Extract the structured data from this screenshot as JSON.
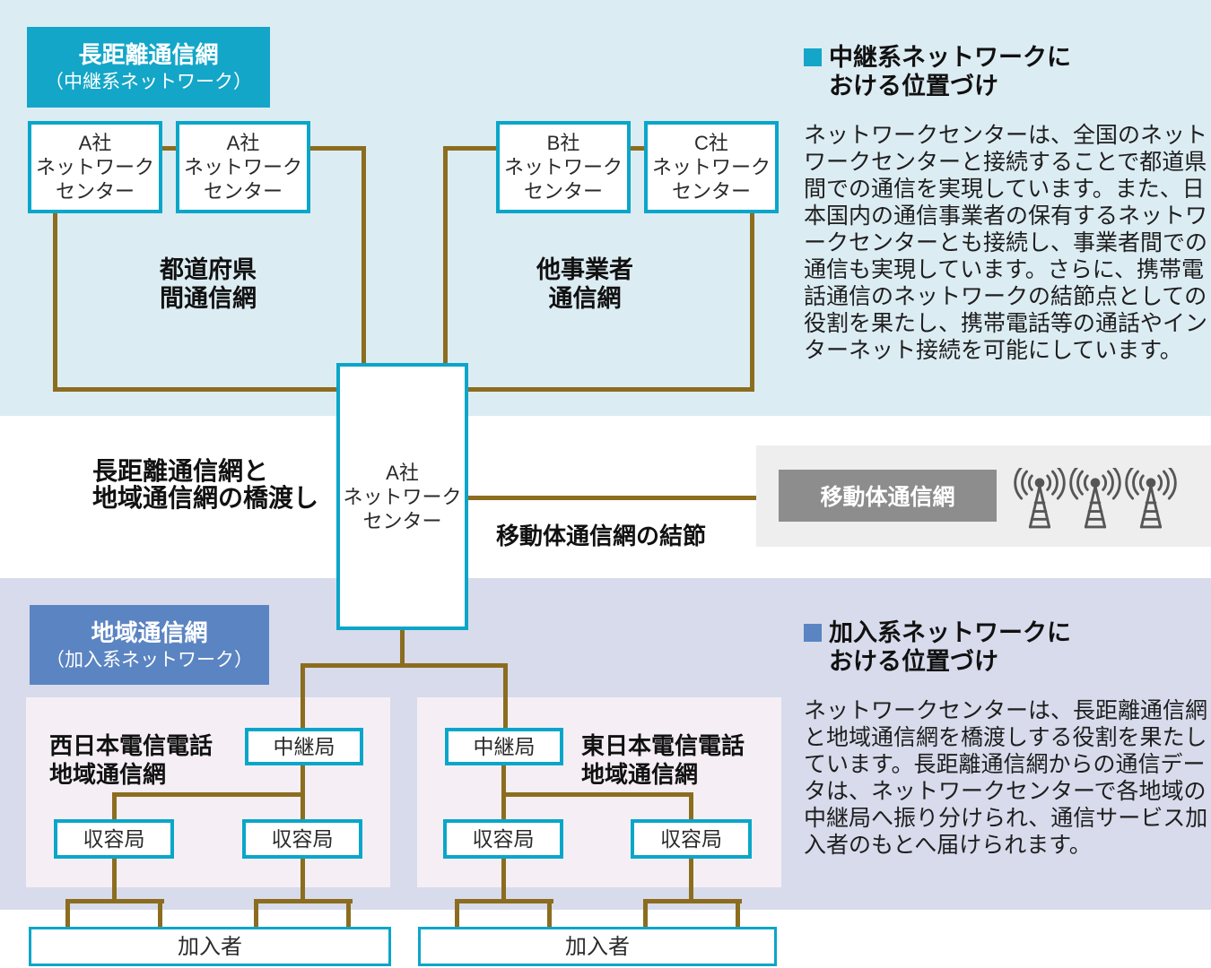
{
  "colors": {
    "accent_cyan": "#0aa6c9",
    "accent_blue": "#5b84c2",
    "connector_brown": "#8c6d1f",
    "band_top_blue": "#dcecf3",
    "band_bottom_lavender": "#d7dbeb",
    "panel_pink": "#f5eff5",
    "panel_gray": "#eeeeee",
    "badge_gray": "#8d8d8d"
  },
  "trunk": {
    "badge_title": "長距離通信網",
    "badge_subtitle": "（中継系ネットワーク）",
    "node_a1": "A社\nネットワーク\nセンター",
    "node_a2": "A社\nネットワーク\nセンター",
    "node_b": "B社\nネットワーク\nセンター",
    "node_c": "C社\nネットワーク\nセンター",
    "label_prefectural": "都道府県\n間通信網",
    "label_other_carriers": "他事業者\n通信網"
  },
  "bridge": {
    "node_center": "A社\nネットワーク\nセンター",
    "label_bridge": "長距離通信網と\n地域通信網の橋渡し",
    "label_mobile_junction": "移動体通信網の結節",
    "mobile_badge": "移動体通信網"
  },
  "regional": {
    "badge_title": "地域通信網",
    "badge_subtitle": "（加入系ネットワーク）",
    "label_west": "西日本電信電話\n地域通信網",
    "label_east": "東日本電信電話\n地域通信網",
    "relay_west": "中継局",
    "relay_east": "中継局",
    "sub_1": "収容局",
    "sub_2": "収容局",
    "sub_3": "収容局",
    "sub_4": "収容局",
    "subscriber_west": "加入者",
    "subscriber_east": "加入者"
  },
  "sidebar": {
    "trunk_heading": "中継系ネットワークに\nおける位置づけ",
    "trunk_body": "ネットワークセンターは、全国のネットワークセンターと接続することで都道県間での通信を実現しています。また、日本国内の通信事業者の保有するネットワークセンターとも接続し、事業者間での通信も実現しています。さらに、携帯電話通信のネットワークの結節点としての役割を果たし、携帯電話等の通話やインターネット接続を可能にしています。",
    "regional_heading": "加入系ネットワークに\nおける位置づけ",
    "regional_body": "ネットワークセンターは、長距離通信網と地域通信網を橋渡しする役割を果たしています。長距離通信網からの通信データは、ネットワークセンターで各地域の中継局へ振り分けられ、通信サービス加入者のもとへ届けられます。"
  }
}
